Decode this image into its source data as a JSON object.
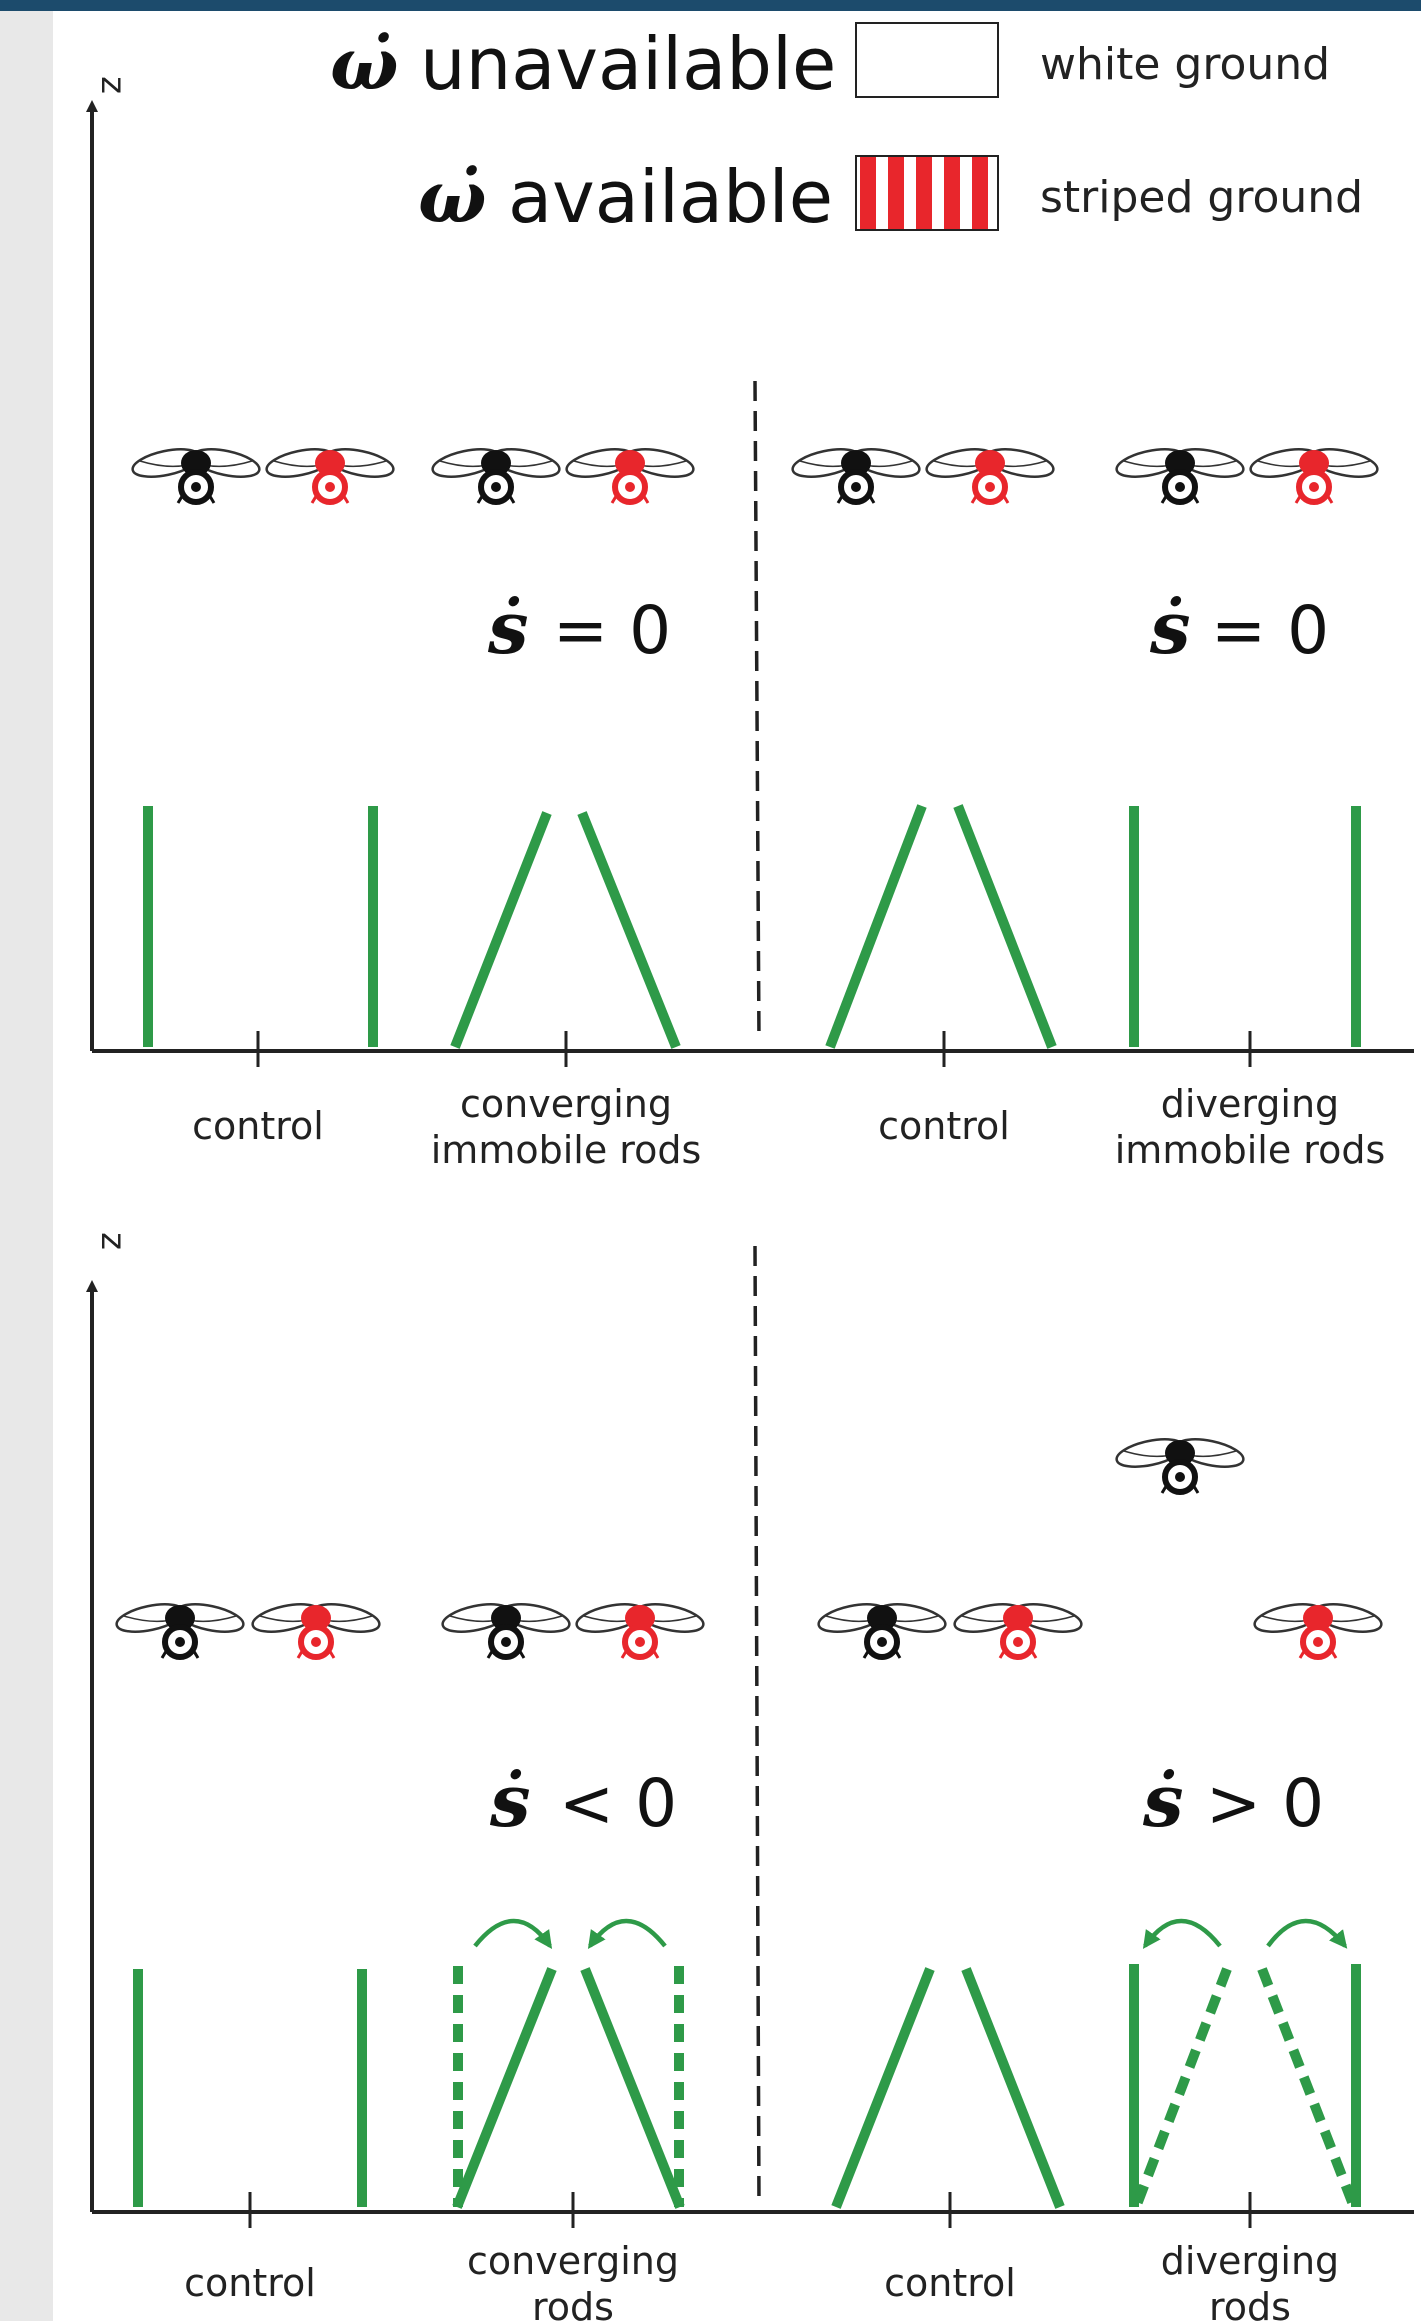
{
  "legend": {
    "rows": [
      {
        "symbol": "ω̇",
        "text": "unavailable",
        "swatch": "white",
        "caption": "white ground"
      },
      {
        "symbol": "ω̇",
        "text": "available",
        "swatch": "striped",
        "caption": "striped ground"
      }
    ]
  },
  "axis_label": "z",
  "panels": [
    {
      "name": "top",
      "categories": [
        "control",
        "converging\nimmobile rods",
        "control",
        "diverging\nimmobile rods"
      ],
      "annotations": [
        {
          "symbol": "ṡ",
          "relation": "= 0"
        },
        {
          "symbol": "ṡ",
          "relation": "= 0"
        }
      ]
    },
    {
      "name": "bottom",
      "categories": [
        "control",
        "converging\nrods",
        "control",
        "diverging\nrods"
      ],
      "annotations": [
        {
          "symbol": "ṡ",
          "relation": "< 0"
        },
        {
          "symbol": "ṡ",
          "relation": "> 0"
        }
      ]
    }
  ],
  "colors": {
    "rod": "#2e9a48",
    "fly_black": "#111111",
    "fly_red": "#e8262c",
    "stripe_red": "#e8262c",
    "title_bar": "#1c4b6c",
    "sidebar": "#e8e8e8"
  },
  "icons": [
    "fly-black-icon",
    "fly-red-icon",
    "arrow-up-icon",
    "curved-arrow-icon"
  ]
}
